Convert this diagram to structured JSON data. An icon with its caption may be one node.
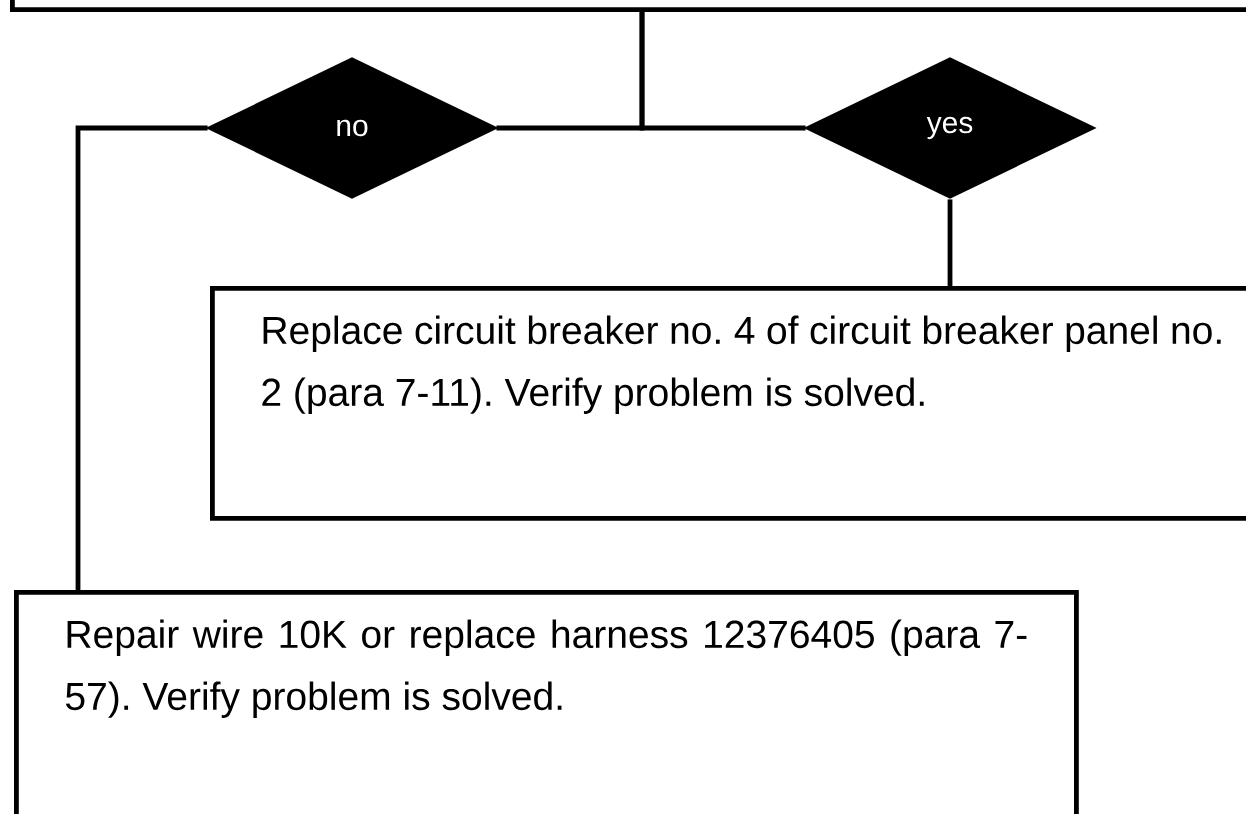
{
  "diagram": {
    "nodes": [
      {
        "text": [],
        "shape": "box"
      },
      {
        "text": [
          "no"
        ]
      },
      {
        "text": [
          "yes"
        ]
      },
      {
        "text": [
          "Replace circuit breaker no. 4 of circuit breaker panel no. 2 (para 7-11). Verify problem is solved."
        ]
      },
      {
        "text": [
          "Repair wire 10K or replace harness 12376405 (para 7-57). Verify problem is solved."
        ]
      }
    ],
    "edges": [
      {
        "from": 0,
        "to": 1,
        "arrow": "none"
      },
      {
        "from": 0,
        "to": 2,
        "arrow": "none"
      },
      {
        "from": 1,
        "to": 4,
        "arrow": "none"
      },
      {
        "from": 2,
        "to": 3,
        "arrow": "none"
      }
    ]
  }
}
